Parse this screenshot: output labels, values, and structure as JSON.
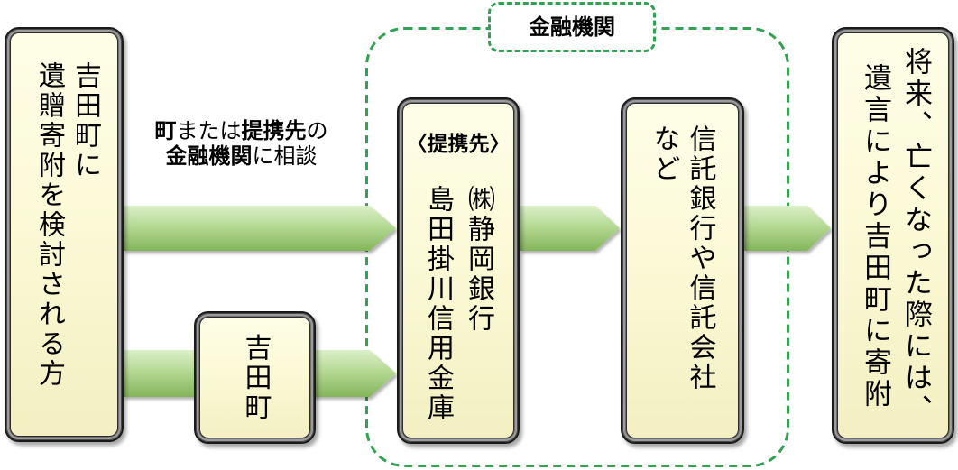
{
  "colors": {
    "box_fill_top": "#fefee8",
    "box_fill_bottom": "#f3efc2",
    "box_frame": "#1a1a1a",
    "arrow_light": "#dcefc9",
    "arrow_dark": "#84b55b",
    "group_outline": "#33a052",
    "text": "#000000"
  },
  "donor_box": {
    "lines": [
      "吉田町に",
      "遺贈寄附を検討される方"
    ]
  },
  "consult_label": {
    "line1": [
      "町",
      "または",
      "提携先",
      "の"
    ],
    "line2": [
      "金融機関",
      "に相談"
    ]
  },
  "town_box": {
    "label": "吉田町"
  },
  "financial_institutions": {
    "title": "金融機関",
    "partner_box": {
      "heading": "〈提携先〉",
      "lines": [
        "㈱静岡銀行",
        "島田掛川信用金庫"
      ]
    },
    "trust_box": {
      "lines": [
        "信託銀行や信託会社",
        "など"
      ]
    }
  },
  "bequest_box": {
    "lines": [
      "将来、亡くなった際には、",
      "遺言により吉田町に寄附"
    ]
  }
}
